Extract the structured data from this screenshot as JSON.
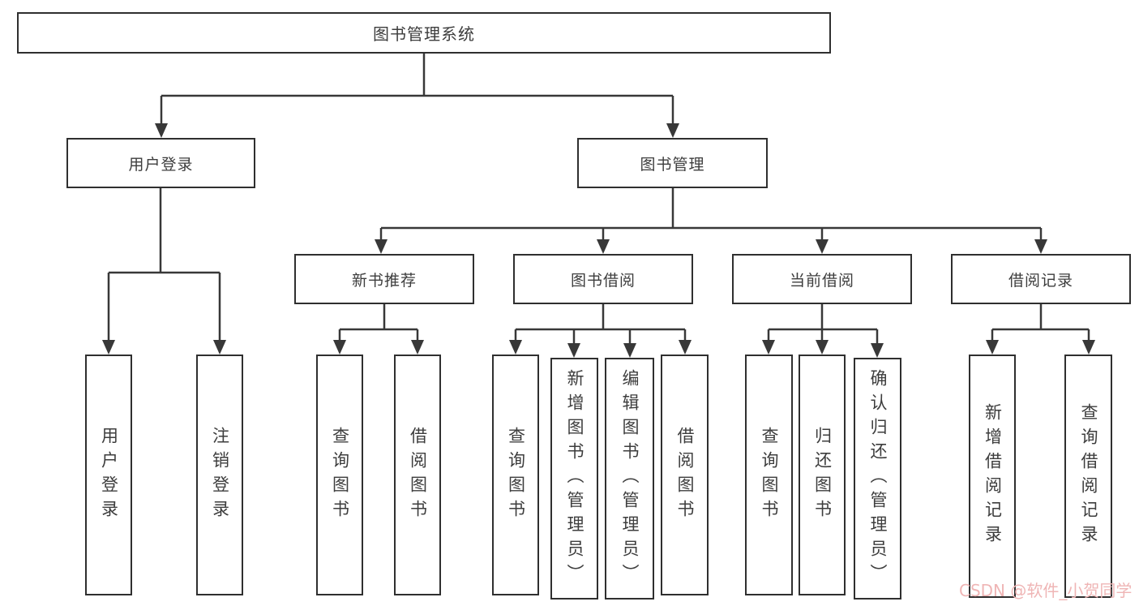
{
  "nodes": {
    "root": "图书管理系统",
    "login": "用户登录",
    "mgmt": "图书管理",
    "rec": "新书推荐",
    "borrow": "图书借阅",
    "current": "当前借阅",
    "records": "借阅记录",
    "login_user": "用户登录",
    "login_logout": "注销登录",
    "rec_query": "查询图书",
    "rec_borrow": "借阅图书",
    "borrow_query": "查询图书",
    "borrow_add": "新增图书（管理员）",
    "borrow_edit": "编辑图书（管理员）",
    "borrow_lend": "借阅图书",
    "cur_query": "查询图书",
    "cur_return": "归还图书",
    "cur_confirm": "确认归还（管理员）",
    "rcd_add": "新增借阅记录",
    "rcd_query": "查询借阅记录"
  },
  "structure": {
    "root": [
      "login",
      "mgmt"
    ],
    "login": [
      "login_user",
      "login_logout"
    ],
    "mgmt": [
      "rec",
      "borrow",
      "current",
      "records"
    ],
    "rec": [
      "rec_query",
      "rec_borrow"
    ],
    "borrow": [
      "borrow_query",
      "borrow_add",
      "borrow_edit",
      "borrow_lend"
    ],
    "current": [
      "cur_query",
      "cur_return",
      "cur_confirm"
    ],
    "records": [
      "rcd_add",
      "rcd_query"
    ]
  },
  "watermark": {
    "text": "CSDN @软件_小贺同学",
    "color": "#efb5b5"
  },
  "colors": {
    "background": "#ffffff",
    "box_border": "#2f2f2f",
    "connector": "#383838",
    "text": "#3d3d3d"
  }
}
